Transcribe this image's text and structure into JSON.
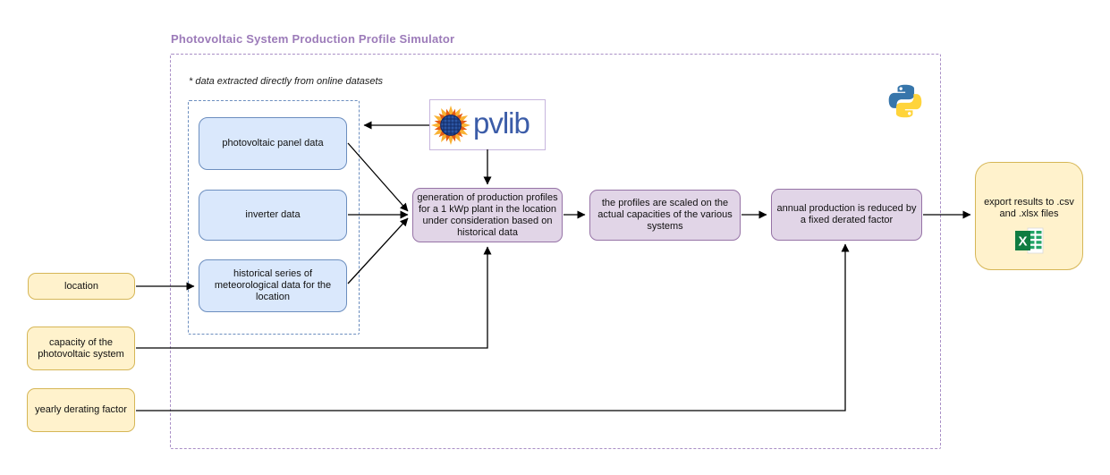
{
  "title": "Photovoltaic System Production Profile Simulator",
  "note": "* data extracted directly from online datasets",
  "logos": {
    "pvlib_wordmark": "pvlib",
    "pvlib_icon": "sun-solar-panel-icon",
    "python_icon": "python-logo",
    "excel_icon": "excel-file-icon"
  },
  "datasets": {
    "items": [
      {
        "label": "photovoltaic panel data"
      },
      {
        "label": "inverter data"
      },
      {
        "label": "historical series of meteorological data for the location"
      }
    ]
  },
  "inputs": {
    "items": [
      {
        "label": "location"
      },
      {
        "label": "capacity of the photovoltaic system"
      },
      {
        "label": "yearly derating factor"
      }
    ]
  },
  "process": {
    "steps": [
      {
        "label": "generation of production profiles for a 1 kWp plant in the location under consideration based on historical data"
      },
      {
        "label": "the profiles are scaled on the actual capacities of the various systems"
      },
      {
        "label": "annual production is reduced by a fixed derated factor"
      }
    ]
  },
  "output": {
    "label": "export results to .csv and .xlsx files"
  },
  "colors": {
    "title_purple": "#9C7BB9",
    "boundary_dash_purple": "#A98FC6",
    "group_dash_blue": "#6C8EBF",
    "node_blue_fill": "#DAE8FC",
    "node_blue_stroke": "#6C8EBF",
    "node_purple_fill": "#E1D5E7",
    "node_purple_stroke": "#9673A6",
    "node_yellow_fill": "#FFF2CC",
    "node_yellow_stroke": "#D6B656",
    "pvlib_blue": "#3B5CA8",
    "excel_green": "#107C41",
    "python_blue": "#3776AB",
    "python_yellow": "#FFD43B",
    "arrow_black": "#000000"
  }
}
